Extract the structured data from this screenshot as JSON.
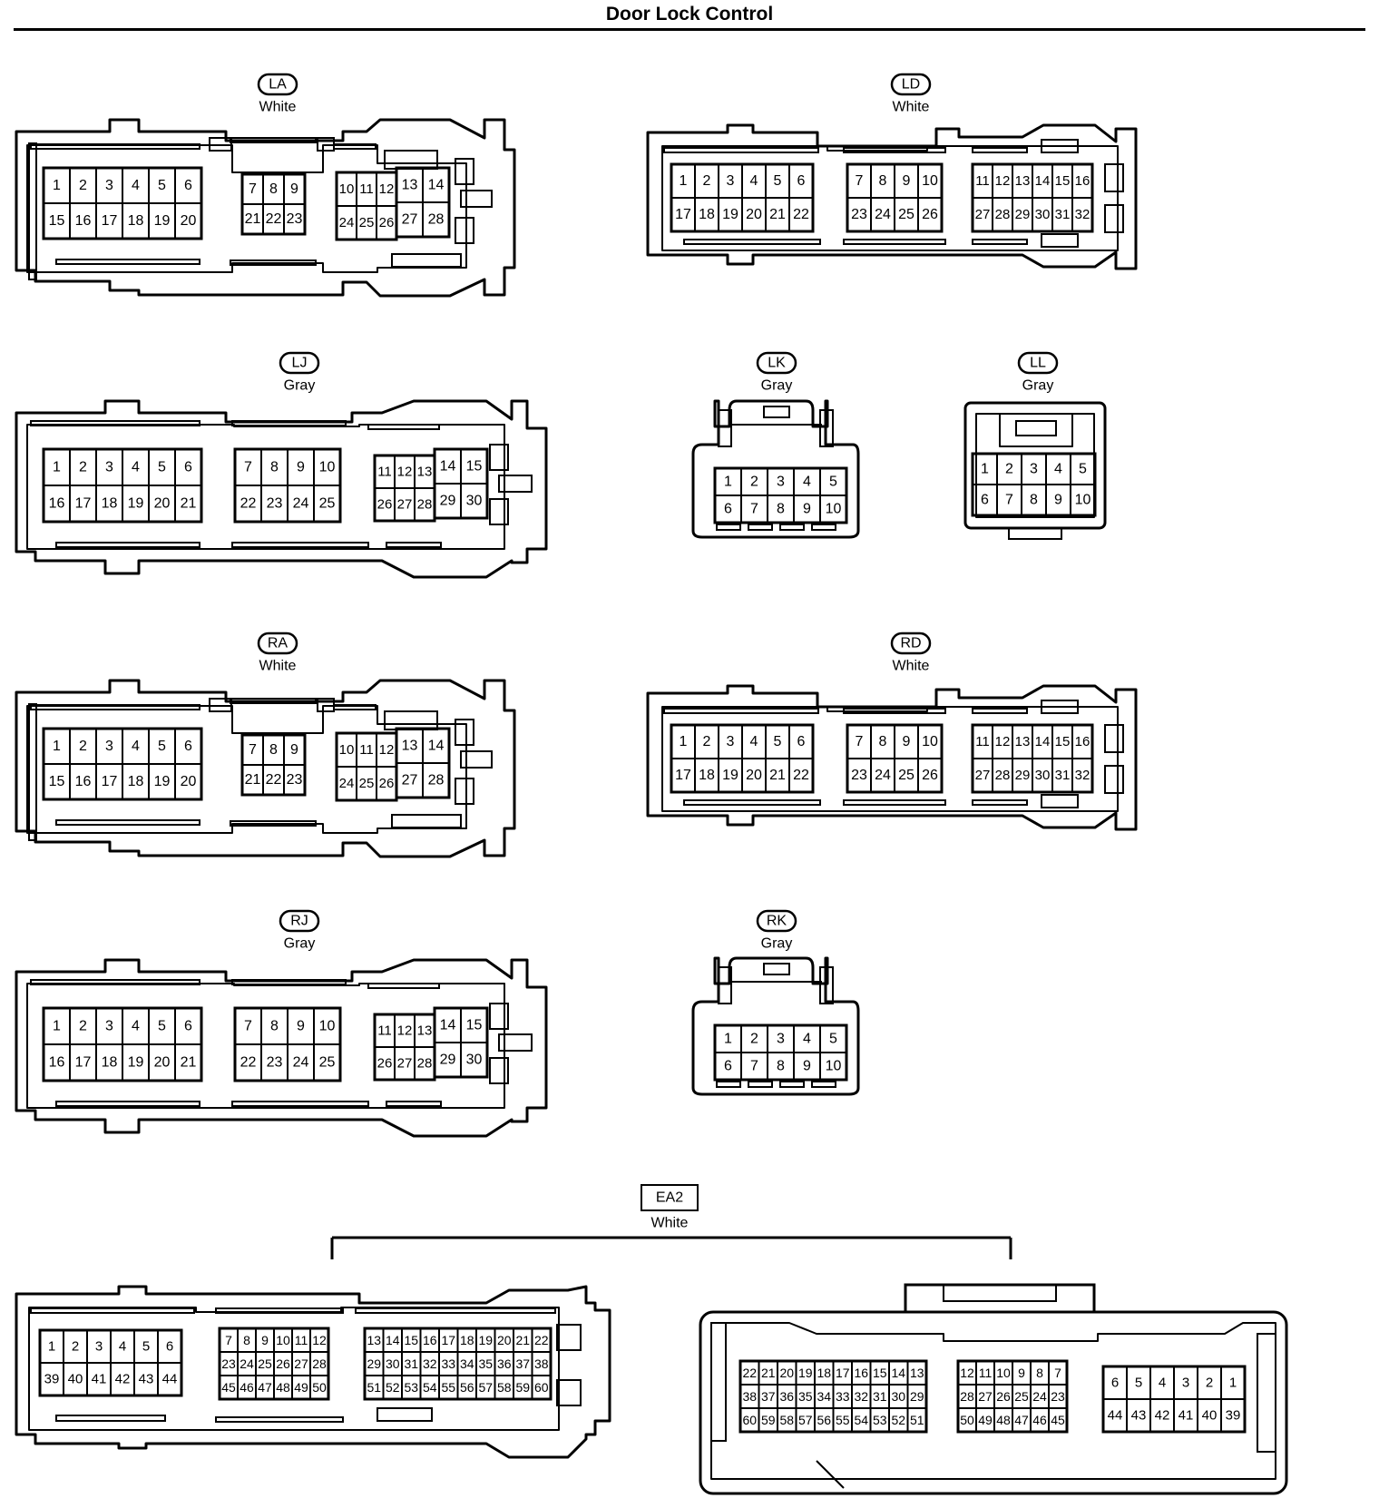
{
  "title": "Door Lock Control",
  "connectors": [
    {
      "code": "LA",
      "color": "White",
      "label_style": "pill",
      "rows": [
        [
          "1",
          "2",
          "3",
          "4",
          "5",
          "6",
          "7",
          "8",
          "9",
          "10",
          "11",
          "12",
          "13",
          "14"
        ],
        [
          "15",
          "16",
          "17",
          "18",
          "19",
          "20",
          "21",
          "22",
          "23",
          "24",
          "25",
          "26",
          "27",
          "28"
        ]
      ]
    },
    {
      "code": "LD",
      "color": "White",
      "label_style": "pill",
      "rows": [
        [
          "1",
          "2",
          "3",
          "4",
          "5",
          "6",
          "7",
          "8",
          "9",
          "10",
          "11",
          "12",
          "13",
          "14",
          "15",
          "16"
        ],
        [
          "17",
          "18",
          "19",
          "20",
          "21",
          "22",
          "23",
          "24",
          "25",
          "26",
          "27",
          "28",
          "29",
          "30",
          "31",
          "32"
        ]
      ]
    },
    {
      "code": "LJ",
      "color": "Gray",
      "label_style": "pill",
      "rows": [
        [
          "1",
          "2",
          "3",
          "4",
          "5",
          "6",
          "7",
          "8",
          "9",
          "10",
          "11",
          "12",
          "13",
          "14",
          "15"
        ],
        [
          "16",
          "17",
          "18",
          "19",
          "20",
          "21",
          "22",
          "23",
          "24",
          "25",
          "26",
          "27",
          "28",
          "29",
          "30"
        ]
      ]
    },
    {
      "code": "LK",
      "color": "Gray",
      "label_style": "pill",
      "rows": [
        [
          "1",
          "2",
          "3",
          "4",
          "5"
        ],
        [
          "6",
          "7",
          "8",
          "9",
          "10"
        ]
      ]
    },
    {
      "code": "LL",
      "color": "Gray",
      "label_style": "pill",
      "rows": [
        [
          "1",
          "2",
          "3",
          "4",
          "5"
        ],
        [
          "6",
          "7",
          "8",
          "9",
          "10"
        ]
      ]
    },
    {
      "code": "RA",
      "color": "White",
      "label_style": "pill",
      "rows": [
        [
          "1",
          "2",
          "3",
          "4",
          "5",
          "6",
          "7",
          "8",
          "9",
          "10",
          "11",
          "12",
          "13",
          "14"
        ],
        [
          "15",
          "16",
          "17",
          "18",
          "19",
          "20",
          "21",
          "22",
          "23",
          "24",
          "25",
          "26",
          "27",
          "28"
        ]
      ]
    },
    {
      "code": "RD",
      "color": "White",
      "label_style": "pill",
      "rows": [
        [
          "1",
          "2",
          "3",
          "4",
          "5",
          "6",
          "7",
          "8",
          "9",
          "10",
          "11",
          "12",
          "13",
          "14",
          "15",
          "16"
        ],
        [
          "17",
          "18",
          "19",
          "20",
          "21",
          "22",
          "23",
          "24",
          "25",
          "26",
          "27",
          "28",
          "29",
          "30",
          "31",
          "32"
        ]
      ]
    },
    {
      "code": "RJ",
      "color": "Gray",
      "label_style": "pill",
      "rows": [
        [
          "1",
          "2",
          "3",
          "4",
          "5",
          "6",
          "7",
          "8",
          "9",
          "10",
          "11",
          "12",
          "13",
          "14",
          "15"
        ],
        [
          "16",
          "17",
          "18",
          "19",
          "20",
          "21",
          "22",
          "23",
          "24",
          "25",
          "26",
          "27",
          "28",
          "29",
          "30"
        ]
      ]
    },
    {
      "code": "RK",
      "color": "Gray",
      "label_style": "pill",
      "rows": [
        [
          "1",
          "2",
          "3",
          "4",
          "5"
        ],
        [
          "6",
          "7",
          "8",
          "9",
          "10"
        ]
      ]
    },
    {
      "code": "EA2",
      "color": "White",
      "label_style": "box",
      "male_rows": [
        [
          "1",
          "2",
          "3",
          "4",
          "5",
          "6",
          "7",
          "8",
          "9",
          "10",
          "11",
          "12",
          "13",
          "14",
          "15",
          "16",
          "17",
          "18",
          "19",
          "20",
          "21",
          "22"
        ],
        [
          "39",
          "40",
          "41",
          "42",
          "43",
          "44",
          "23",
          "24",
          "25",
          "26",
          "27",
          "28",
          "29",
          "30",
          "31",
          "32",
          "33",
          "34",
          "35",
          "36",
          "37",
          "38"
        ],
        [
          "45",
          "46",
          "47",
          "48",
          "49",
          "50",
          "51",
          "52",
          "53",
          "54",
          "55",
          "56",
          "57",
          "58",
          "59",
          "60"
        ]
      ],
      "female_rows": [
        [
          "22",
          "21",
          "20",
          "19",
          "18",
          "17",
          "16",
          "15",
          "14",
          "13",
          "12",
          "11",
          "10",
          "9",
          "8",
          "7",
          "6",
          "5",
          "4",
          "3",
          "2",
          "1"
        ],
        [
          "38",
          "37",
          "36",
          "35",
          "34",
          "33",
          "32",
          "31",
          "30",
          "29",
          "28",
          "27",
          "26",
          "25",
          "24",
          "23",
          "44",
          "43",
          "42",
          "41",
          "40",
          "39"
        ],
        [
          "60",
          "59",
          "58",
          "57",
          "56",
          "55",
          "54",
          "53",
          "52",
          "51",
          "50",
          "49",
          "48",
          "47",
          "46",
          "45"
        ]
      ]
    }
  ]
}
